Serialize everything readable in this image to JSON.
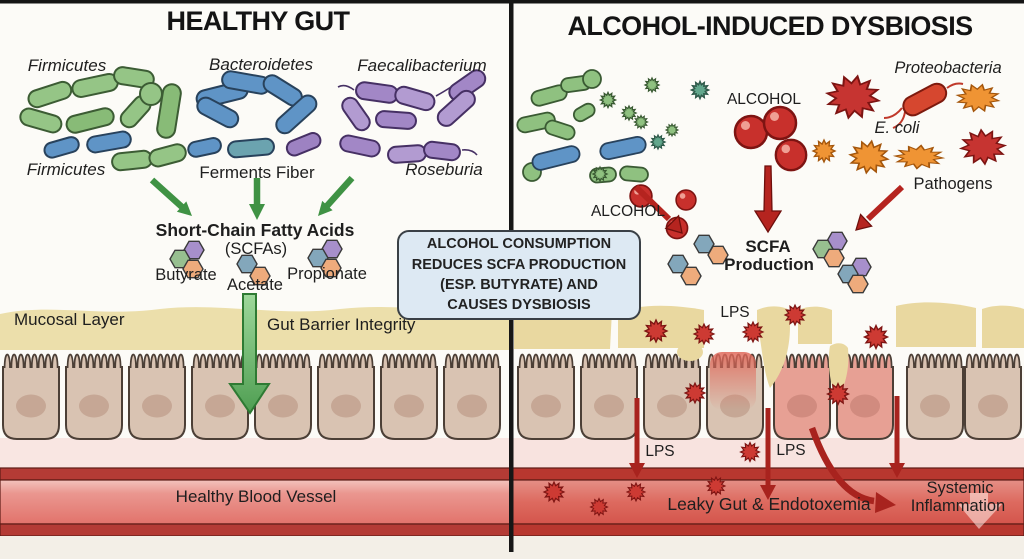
{
  "left_panel": {
    "title": "HEALTHY GUT",
    "bacteria_labels": {
      "firmicutes_top": "Firmicutes",
      "bacteroidetes": "Bacteroidetes",
      "faecalibacterium": "Faecalibacterium",
      "firmicutes_bottom": "Firmicutes",
      "ferments_fiber": "Ferments Fiber",
      "roseburia": "Roseburia"
    },
    "scfa": {
      "title": "Short-Chain Fatty Acids",
      "subtitle": "(SCFAs)",
      "butyrate": "Butyrate",
      "acetate": "Acetate",
      "propionate": "Propionate"
    },
    "barrier": {
      "mucosal_layer": "Mucosal Layer",
      "gut_barrier_integrity": "Gut Barrier Integrity",
      "healthy_blood_vessel": "Healthy Blood Vessel"
    }
  },
  "right_panel": {
    "title": "ALCOHOL-INDUCED DYSBIOSIS",
    "labels": {
      "alcohol_top": "ALCOHOL",
      "alcohol_side": "ALCOHOL",
      "proteobacteria": "Proteobacteria",
      "e_coli": "E. coli",
      "pathogens": "Pathogens",
      "scfa_line1": "SCFA",
      "scfa_line2": "Production",
      "lps_top": "LPS",
      "lps_left": "LPS",
      "lps_right": "LPS",
      "leaky_gut": "Leaky Gut & Endotoxemia",
      "systemic_line1": "Systemic",
      "systemic_line2": "Inflammation"
    }
  },
  "center_box": {
    "line1": "ALCOHOL CONSUMPTION",
    "line2": "REDUCES SCFA PRODUCTION",
    "line3": "(ESP. BUTYRATE) AND",
    "line4": "CAUSES DYSBIOSIS"
  },
  "colors": {
    "healthy_bacteria_green": "#92c383",
    "bacteroidetes_blue": "#6297c8",
    "faecalibacterium_purple": "#a287c6",
    "pathogen_orange": "#ef9434",
    "pathogen_red": "#c63431",
    "arrow_green": "#3f9244",
    "arrow_red": "#b5241f",
    "mucosa_tan": "#ecdfab",
    "vessel_red": "#b43b35",
    "info_box_blue": "#dde9f3"
  }
}
